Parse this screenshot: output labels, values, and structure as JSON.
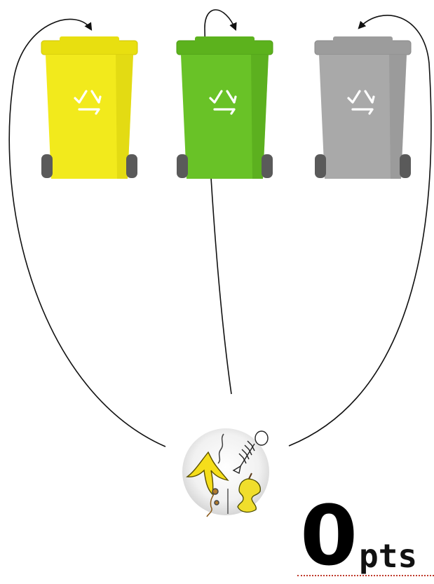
{
  "bins": [
    {
      "id": "yellow",
      "name": "yellow-bin",
      "body_color": "#f2ea1c",
      "lid_color": "#e8df10",
      "shade_color": "#d4cb0a"
    },
    {
      "id": "green",
      "name": "green-bin",
      "body_color": "#69c227",
      "lid_color": "#5cb21d",
      "shade_color": "#4e9c16"
    },
    {
      "id": "gray",
      "name": "gray-bin",
      "body_color": "#a9a9a9",
      "lid_color": "#9c9c9c",
      "shade_color": "#8a8a8a"
    }
  ],
  "wheel_color": "#5a5a5a",
  "recycle_symbol_color": "#ffffff",
  "waste_item": {
    "icon": "organic-waste-icon"
  },
  "arrow_color": "#111111",
  "score": {
    "value": "0",
    "unit": "pts"
  }
}
